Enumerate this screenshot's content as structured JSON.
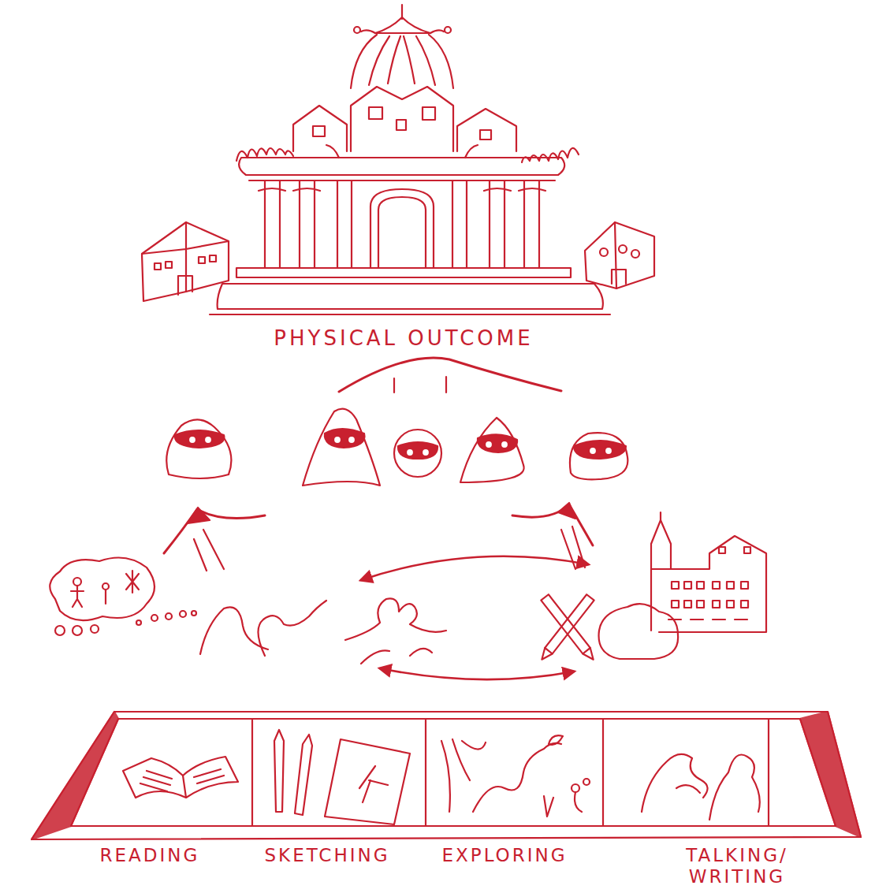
{
  "diagram": {
    "nodes": [
      {
        "text": [
          "READING"
        ]
      },
      {
        "text": [
          "SKETCHING"
        ]
      },
      {
        "text": [
          "EXPLORING"
        ]
      },
      {
        "text": [
          "TALKING/ WRITING"
        ]
      }
    ],
    "labels": [
      "PHYSICAL OUTCOME"
    ]
  }
}
